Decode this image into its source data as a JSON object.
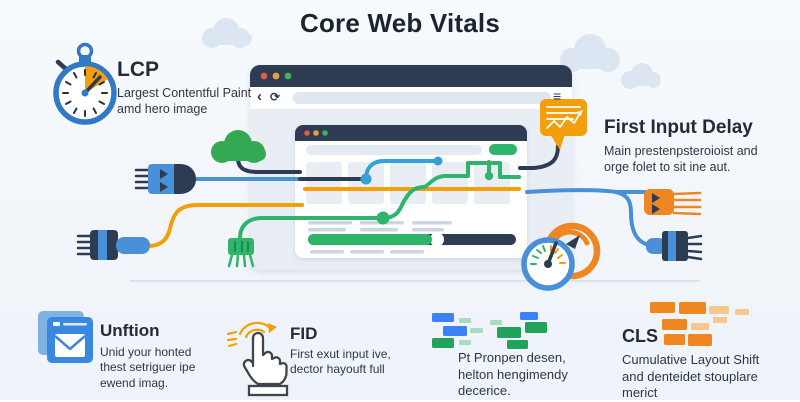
{
  "title": "Core Web Vitals",
  "browser_chrome": {
    "back": "‹",
    "refresh": "⟳",
    "menu": "≡"
  },
  "colors": {
    "background": "#f4f7fb",
    "navy": "#2d3c52",
    "accent_blue": "#4a90d9",
    "flow_blue": "#33a1d6",
    "accent_green": "#2fb56b",
    "accent_orange": "#f59e0b",
    "deep_orange": "#ee8722"
  },
  "sections": {
    "lcp": {
      "heading": "LCP",
      "line1": "Largest Contentful Paint",
      "line2": "amd hero image"
    },
    "fid_top": {
      "heading": "First Input Delay",
      "line1": "Main prestenpsteroioist and",
      "line2": "orge folet to sit ine aut."
    },
    "unftion": {
      "heading": "Unftion",
      "line1": "Unid your honted",
      "line2": "thest setriguer ipe",
      "line3": "ewend imag."
    },
    "fid_bottom": {
      "heading": "FID",
      "line1": "First exut input ive,",
      "line2": "dector hayouft full"
    },
    "layout": {
      "line1": "Pt Pronpen desen,",
      "line2": "helton hengimendy",
      "line3": "decerice."
    },
    "cls": {
      "heading": "CLS",
      "line1": "Cumulative Layout Shift",
      "line2": "and denteidet stouplare",
      "line3": "merict"
    }
  }
}
